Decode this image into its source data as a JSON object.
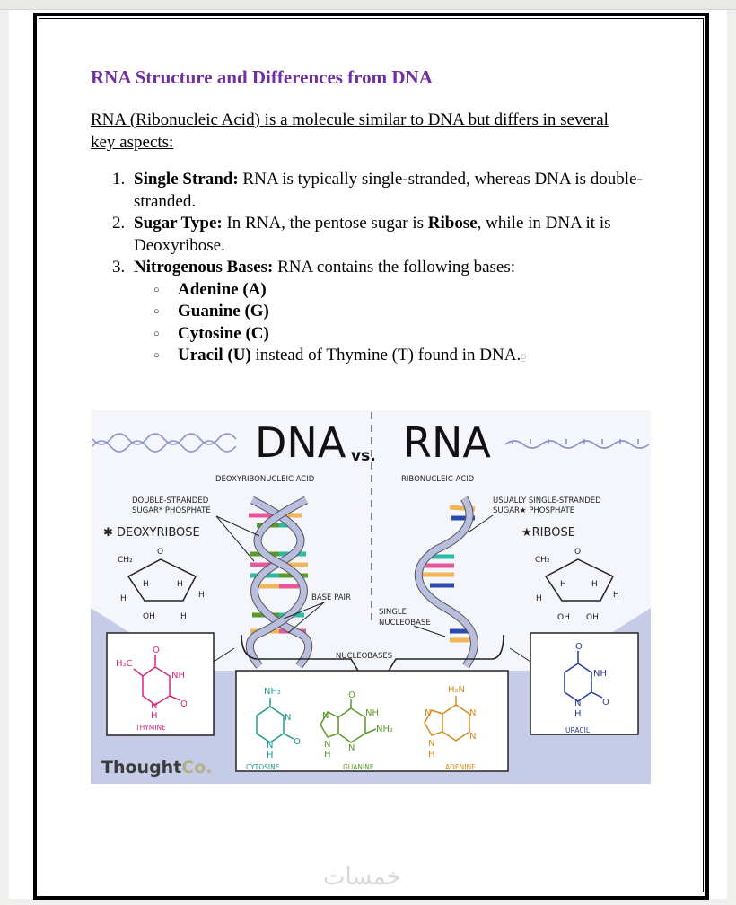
{
  "document": {
    "title": "RNA Structure and Differences from DNA",
    "intro": "RNA (Ribonucleic Acid) is a molecule similar to DNA but differs in several key aspects:",
    "items": [
      {
        "num": "1.",
        "label": "Single Strand:",
        "text": " RNA is typically single-stranded, whereas DNA is double-stranded."
      },
      {
        "num": "2.",
        "label": "Sugar Type:",
        "text": " In RNA, the pentose sugar is ",
        "bold2": "Ribose",
        "text2": ", while in DNA it is Deoxyribose."
      },
      {
        "num": "3.",
        "label": "Nitrogenous Bases:",
        "text": " RNA contains the following bases:"
      }
    ],
    "bases": [
      {
        "label": "Adenine (A)",
        "text": ""
      },
      {
        "label": "Guanine (G)",
        "text": ""
      },
      {
        "label": "Cytosine (C)",
        "text": ""
      },
      {
        "label": "Uracil (U)",
        "text": " instead of Thymine (T) found in DNA."
      }
    ],
    "bullet": "○",
    "end_mark": "⍜"
  },
  "figure": {
    "dna": "DNA",
    "vs": "vs.",
    "rna": "RNA",
    "dna_full": "DEOXYRIBONUCLEIC ACID",
    "rna_full": "RIBONUCLEIC ACID",
    "dna_strand_1": "DOUBLE-STRANDED",
    "dna_strand_2": "SUGAR* PHOSPHATE",
    "rna_strand_1": "USUALLY SINGLE-STRANDED",
    "rna_strand_2": "SUGAR★ PHOSPHATE",
    "deoxyribose": "✱ DEOXYRIBOSE",
    "ribose": "★RIBOSE",
    "ch2": "CH₂",
    "o": "O",
    "h": "H",
    "oh": "OH",
    "base_pair": "BASE PAIR",
    "single_1": "SINGLE",
    "single_2": "NUCLEOBASE",
    "nucleobases": "NUCLEOBASES",
    "thymine": "THYMINE",
    "uracil": "URACIL",
    "cytosine": "CYTOSINE",
    "guanine": "GUANINE",
    "adenine": "ADENINE",
    "h3c": "H₃C",
    "nh": "NH",
    "n": "N",
    "nh2": "NH₂",
    "h2n": "H₂N",
    "logo_a": "Thought",
    "logo_b": "Co.",
    "colors": {
      "thymine": "#d6287a",
      "uracil": "#2a3a9a",
      "cytosine": "#1e9b8c",
      "guanine": "#5a9a2a",
      "adenine": "#d88a1a",
      "lavender": "#c6cbe8",
      "strand": "#b9bedf"
    }
  },
  "watermark": "خمسات"
}
